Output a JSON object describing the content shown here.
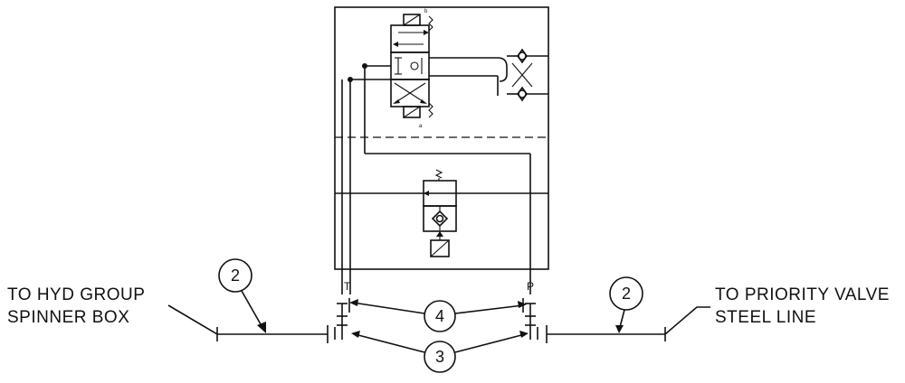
{
  "labels": {
    "left_line1": "TO HYD GROUP",
    "left_line2": "SPINNER BOX",
    "right_line1": "TO PRIORITY VALVE",
    "right_line2": "STEEL LINE",
    "port_t": "T",
    "port_p": "P"
  },
  "callouts": {
    "left_hose": "2",
    "right_hose": "2",
    "fittings_top": "4",
    "fittings_bottom": "3"
  },
  "valve_marks": {
    "solenoid_b": "b",
    "solenoid_a": "a"
  }
}
